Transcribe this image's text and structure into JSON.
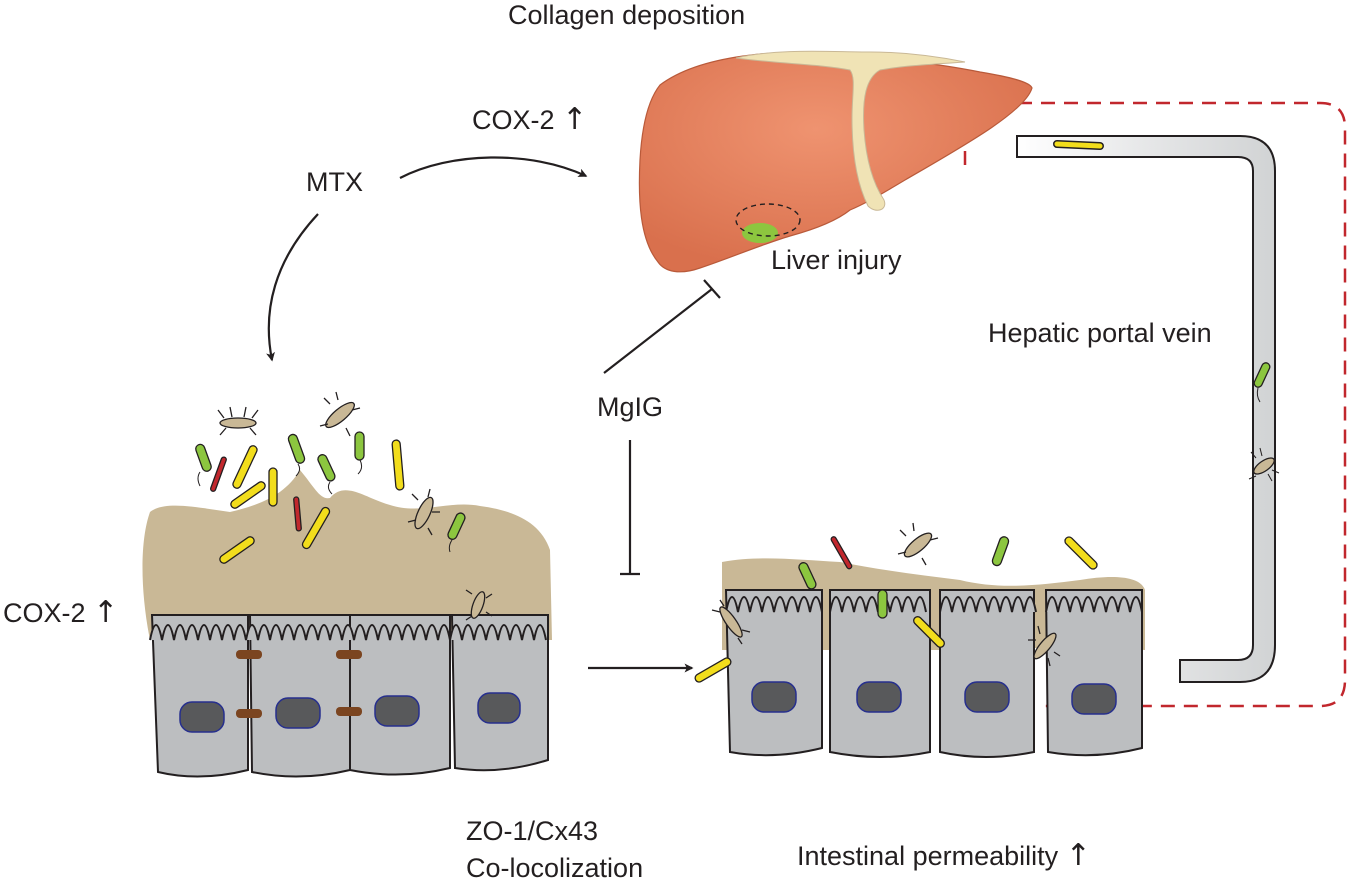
{
  "labels": {
    "collagen": "Collagen deposition",
    "cox2_liver": "COX-2",
    "mtx": "MTX",
    "liver_injury": "Liver injury",
    "portal_vein": "Hepatic portal vein",
    "mgig": "MgIG",
    "cox2_gut": "COX-2",
    "zo1_line1": "ZO-1/Cx43",
    "zo1_line2": "Co-locolization",
    "permeability": "Intestinal permeability"
  },
  "glyphs": {
    "up_arrow": "↑"
  },
  "colors": {
    "liver": "#d9704d",
    "liver_highlight": "#ef9370",
    "collagen": "#f0e3b5",
    "gallbladder": "#8dc63f",
    "mucus": "#c9b896",
    "cell": "#bcbec0",
    "nucleus": "#58595b",
    "nucleus_border": "#262f8e",
    "junction": "#7b4520",
    "dashed_box": "#c1272d",
    "bacteria_yellow": "#f2dd1c",
    "bacteria_green": "#8cc63f",
    "bacteria_red": "#c1272d",
    "bacteria_tan": "#c9b896",
    "arrow": "#231f20"
  }
}
